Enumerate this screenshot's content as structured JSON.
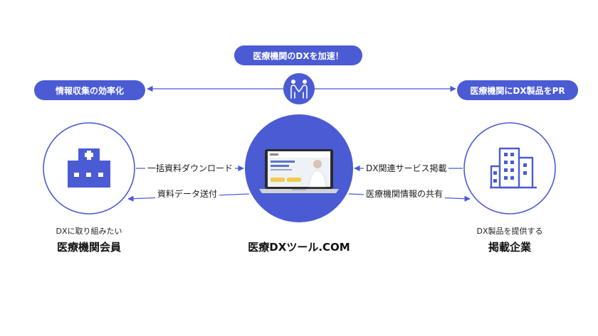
{
  "pills": {
    "top": "医療機関のDXを加速！",
    "left": "情報収集の効率化",
    "right": "医療機関にDX製品をPR"
  },
  "flows": {
    "left_to_center": "一括資料ダウンロード",
    "center_to_left": "資料データ送付",
    "right_to_center": "DX関連サービス掲載",
    "center_to_right": "医療機関情報の共有"
  },
  "left_party": {
    "caption": "DXに取り組みたい",
    "title": "医療機関会員"
  },
  "center_party": {
    "title": "医療DXツール.COM"
  },
  "right_party": {
    "caption": "DX製品を提供する",
    "title": "掲載企業"
  },
  "colors": {
    "accent": "#4a5bd4",
    "circle_outline": "#4a5bd4"
  },
  "icons": {
    "left": "hospital-icon",
    "center": "laptop-icon",
    "right": "office-building-icon",
    "top": "handshake-people-icon"
  }
}
